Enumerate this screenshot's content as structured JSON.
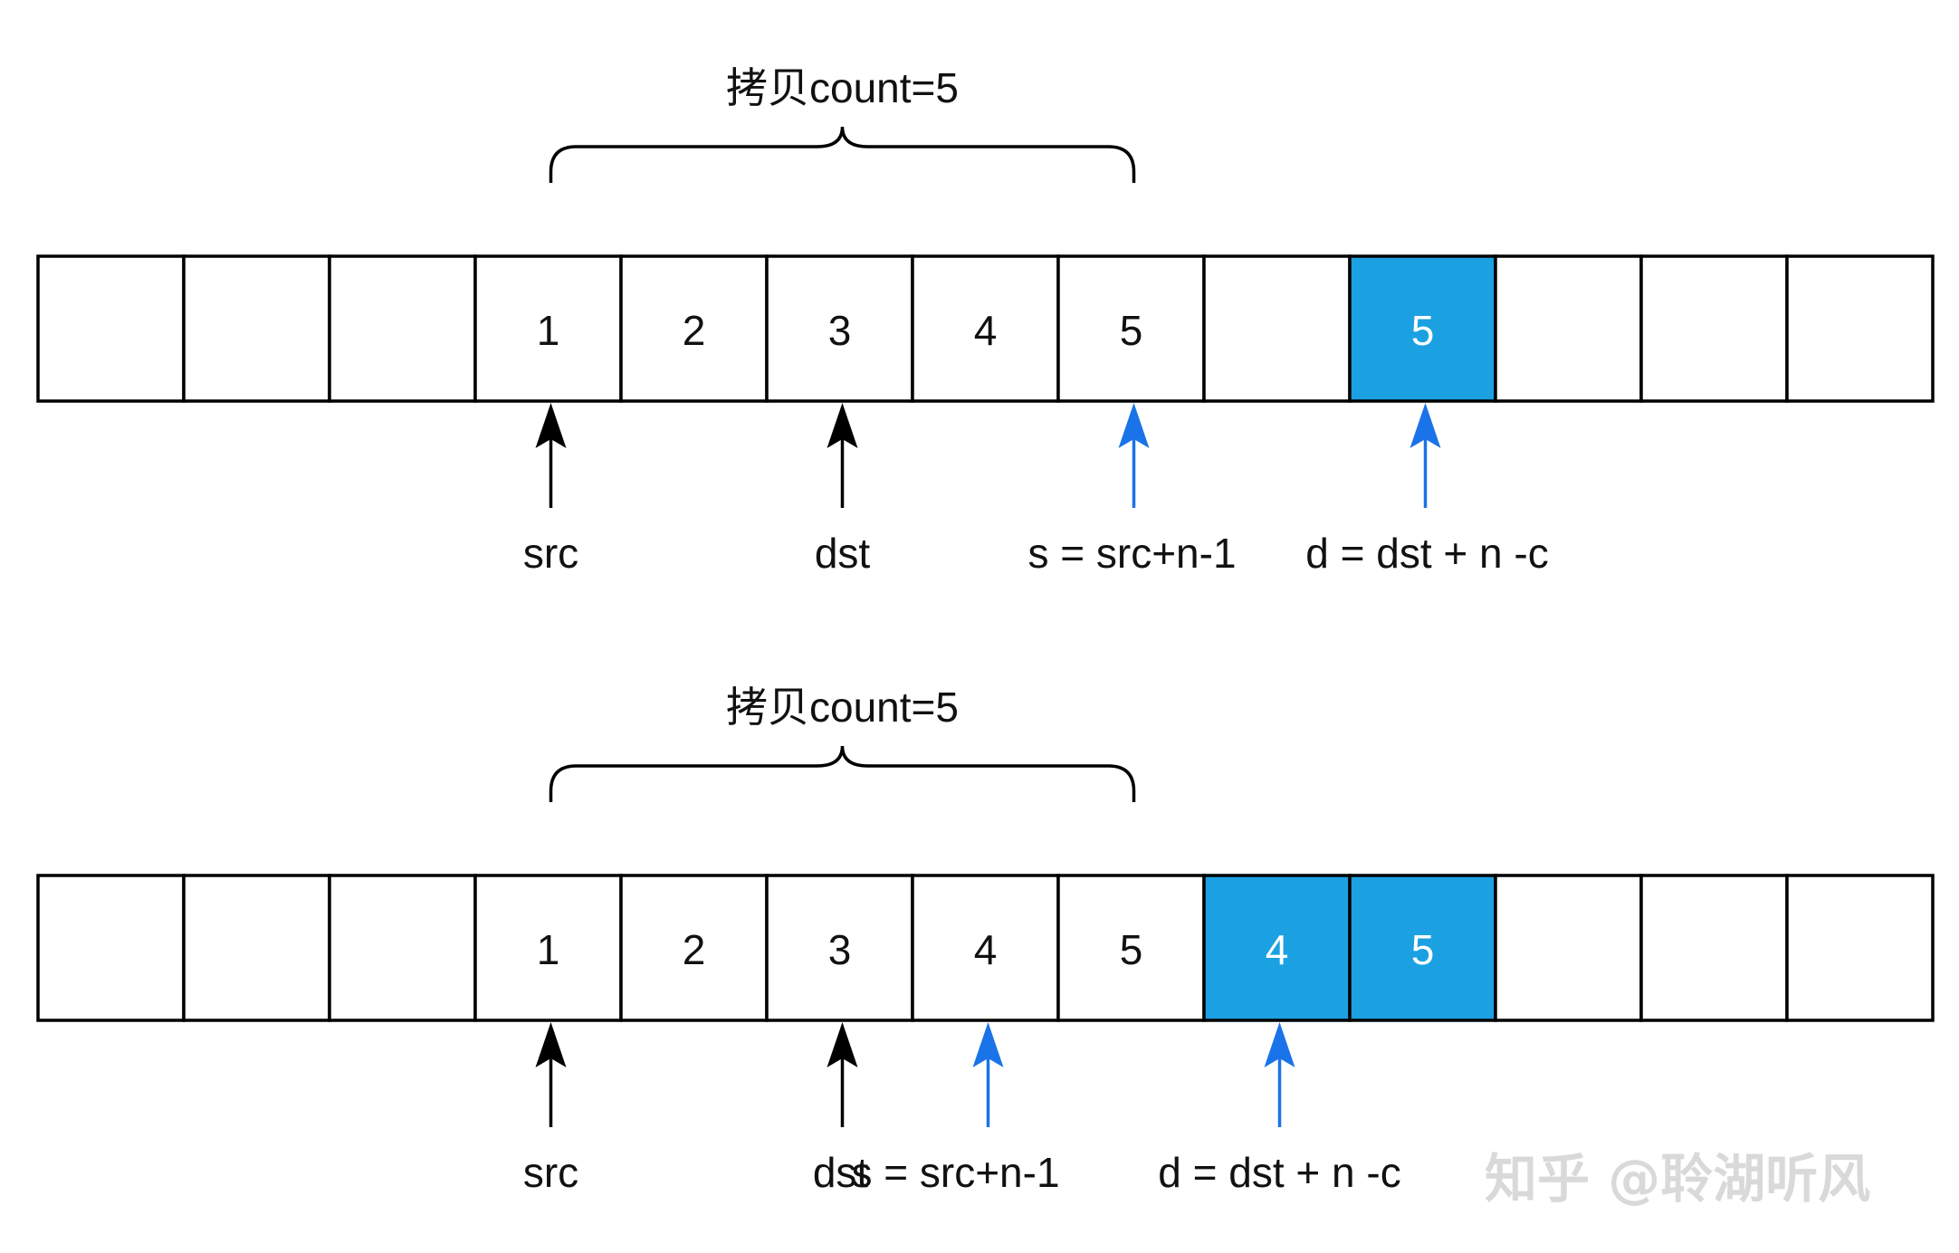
{
  "colors": {
    "highlight_fill": "#1ba1e2",
    "highlight_arrow": "#1a73e8",
    "normal_arrow": "#000000",
    "cell_border": "#000000"
  },
  "panels": [
    {
      "brace_label": "拷贝count=5",
      "brace_start_cell": 3,
      "brace_end_cell": 7,
      "cells": [
        "",
        "",
        "",
        "1",
        "2",
        "3",
        "4",
        "5",
        "",
        "5",
        "",
        "",
        ""
      ],
      "highlighted": [
        9
      ],
      "pointers": [
        {
          "cell": 3,
          "label": "src",
          "color": "black"
        },
        {
          "cell": 5,
          "label": "dst",
          "color": "black"
        },
        {
          "cell": 7,
          "label": "s = src+n-1",
          "color": "blue"
        },
        {
          "cell": 9,
          "label": "d = dst + n -c",
          "color": "blue"
        }
      ]
    },
    {
      "brace_label": "拷贝count=5",
      "brace_start_cell": 3,
      "brace_end_cell": 7,
      "cells": [
        "",
        "",
        "",
        "1",
        "2",
        "3",
        "4",
        "5",
        "4",
        "5",
        "",
        "",
        ""
      ],
      "highlighted": [
        8,
        9
      ],
      "pointers": [
        {
          "cell": 3,
          "label": "src",
          "color": "black"
        },
        {
          "cell": 5,
          "label": "dst",
          "color": "black"
        },
        {
          "cell": 6,
          "label": "s = src+n-1",
          "color": "blue"
        },
        {
          "cell": 8,
          "label": "d = dst + n -c",
          "color": "blue"
        }
      ]
    }
  ],
  "watermark": "知乎 @聆湖听风"
}
